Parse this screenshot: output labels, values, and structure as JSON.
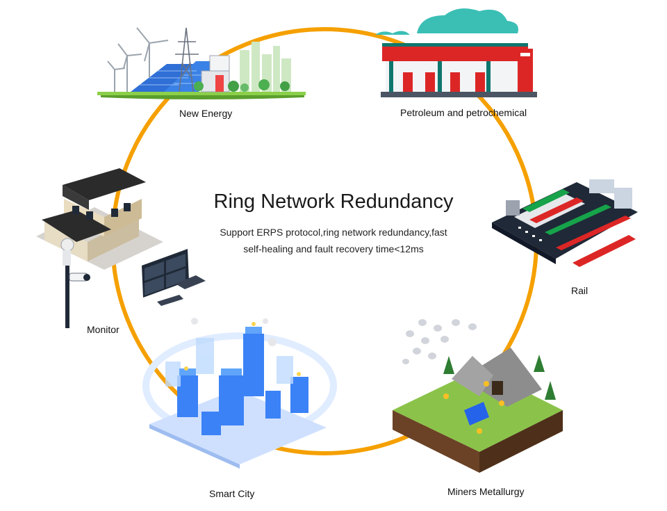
{
  "diagram": {
    "title": "Ring Network Redundancy",
    "description_line1": "Support ERPS protocol,ring network redundancy,fast",
    "description_line2": "self-healing and fault recovery time<12ms",
    "ring_color": "#F5A000",
    "nodes": [
      {
        "id": "new-energy",
        "label": "New Energy",
        "icon": "solar-wind-farm-icon"
      },
      {
        "id": "petroleum",
        "label": "Petroleum and petrochemical",
        "icon": "gas-station-icon"
      },
      {
        "id": "rail",
        "label": "Rail",
        "icon": "railway-station-icon"
      },
      {
        "id": "miners",
        "label": "Miners Metallurgy",
        "icon": "mine-site-icon"
      },
      {
        "id": "smart-city",
        "label": "Smart City",
        "icon": "smart-city-icon"
      },
      {
        "id": "monitor",
        "label": "Monitor",
        "icon": "surveillance-house-icon"
      }
    ]
  }
}
